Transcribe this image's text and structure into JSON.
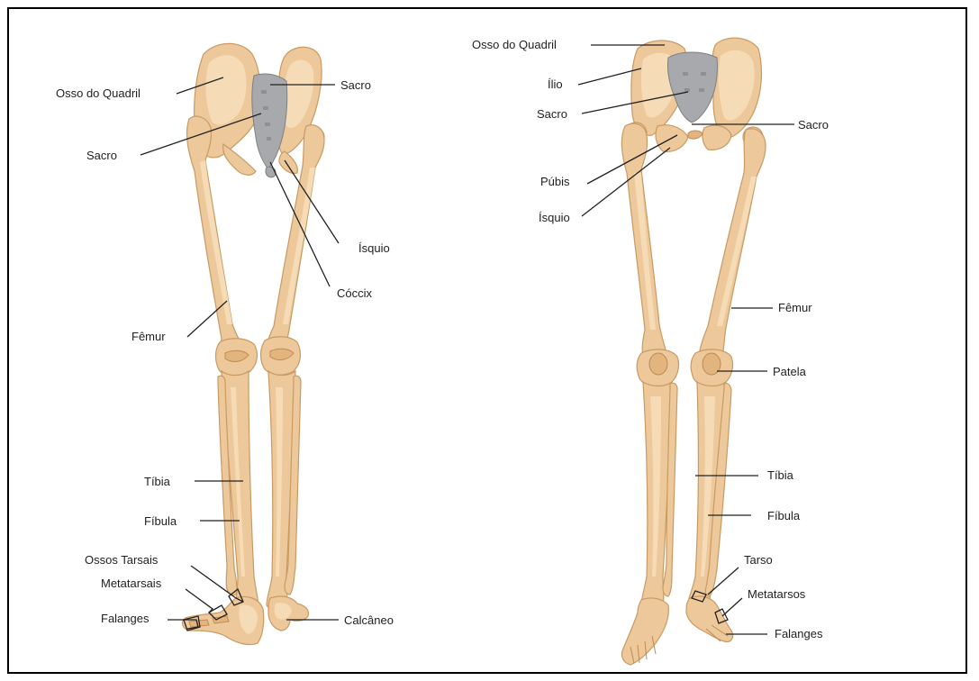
{
  "posterior_view": {
    "labels": {
      "osso_quadril": "Osso do Quadril",
      "sacro_upper": "Sacro",
      "sacro_lower": "Sacro",
      "isquio": "Ísquio",
      "coccix": "Cóccix",
      "femur": "Fêmur",
      "tibia": "Tíbia",
      "fibula": "Fíbula",
      "ossos_tarsais": "Ossos Tarsais",
      "metatarsais": "Metatarsais",
      "falanges": "Falanges",
      "calcaneo": "Calcâneo"
    }
  },
  "anterior_view": {
    "labels": {
      "osso_quadril": "Osso do Quadril",
      "ilio": "Ílio",
      "sacro_left": "Sacro",
      "sacro_right": "Sacro",
      "pubis": "Púbis",
      "isquio": "Ísquio",
      "femur": "Fêmur",
      "patela": "Patela",
      "tibia": "Tíbia",
      "fibula": "Fíbula",
      "tarso": "Tarso",
      "metatarsos": "Metatarsos",
      "falanges": "Falanges"
    }
  },
  "colors": {
    "bone": "#edc89a",
    "bone_outline": "#c99a63",
    "sacrum": "#a7a9ac",
    "frame": "#000000"
  }
}
